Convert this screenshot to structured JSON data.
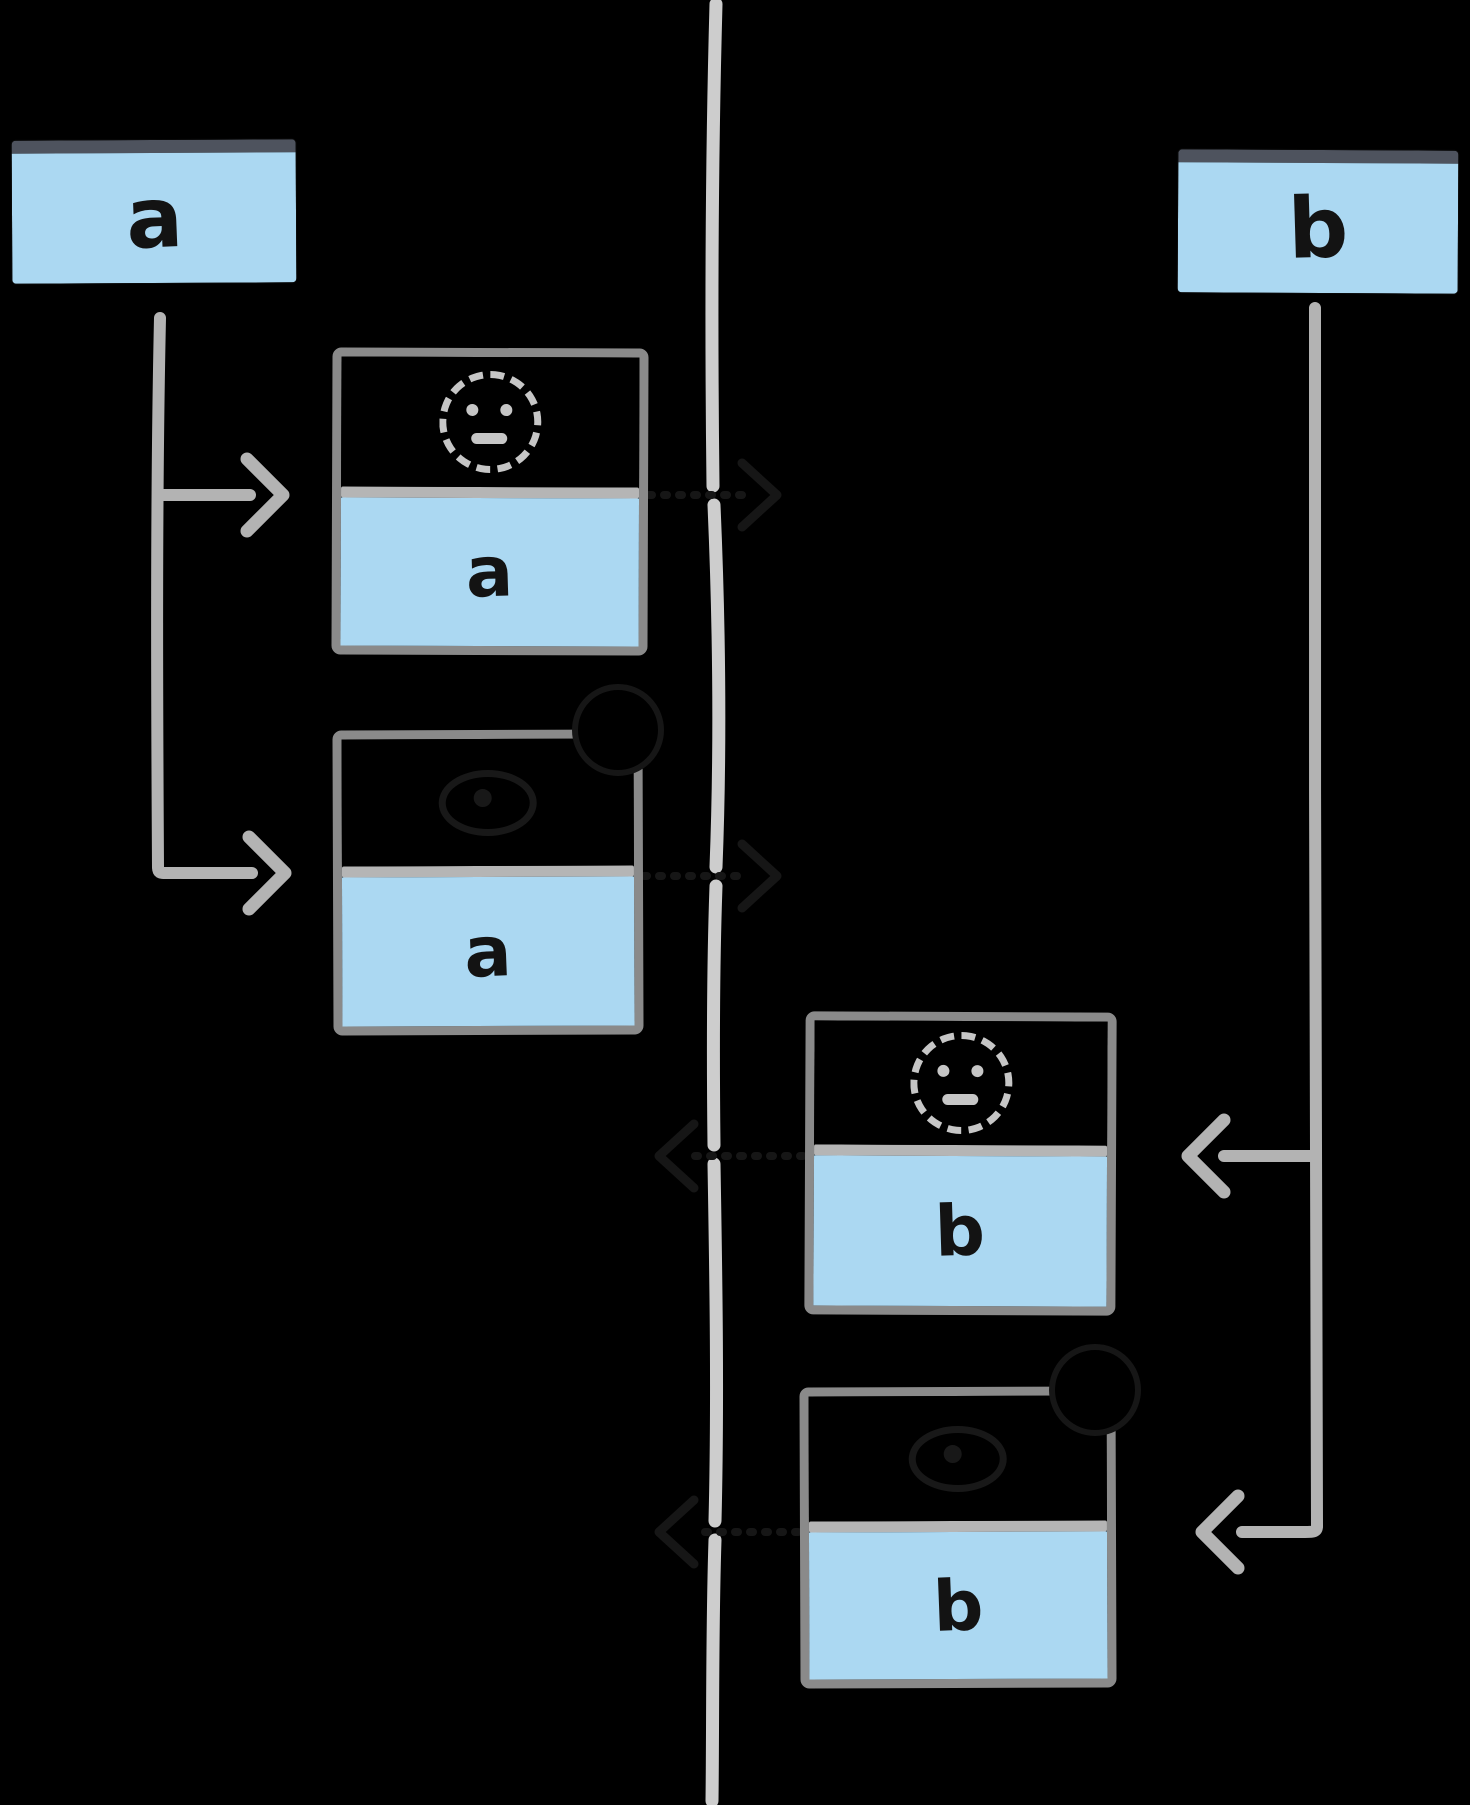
{
  "diagram": {
    "title": "event stream diagram",
    "background": "#000000",
    "colors": {
      "card_fill_blue": "#abd8f2",
      "card_border_gray": "#8a8a8a",
      "divider_gray": "#b5b5b5",
      "stream_line_gray": "#cdcdcd",
      "connector_gray": "#b3b3b3",
      "titlebar_slate": "#4e535e",
      "letter_black": "#131313",
      "pending_icon_gray": "#c6c6c6"
    },
    "sources": [
      {
        "label": "a",
        "side": "left"
      },
      {
        "label": "b",
        "side": "right"
      }
    ],
    "cards": [
      {
        "label": "a",
        "icon": "dashed-circle-face-icon",
        "badge": false
      },
      {
        "label": "a",
        "icon": "eye-icon",
        "badge": true
      },
      {
        "label": "b",
        "icon": "dashed-circle-face-icon",
        "badge": false
      },
      {
        "label": "b",
        "icon": "eye-icon",
        "badge": true
      }
    ],
    "stream": {
      "orientation": "vertical",
      "gap_count": 4
    }
  }
}
